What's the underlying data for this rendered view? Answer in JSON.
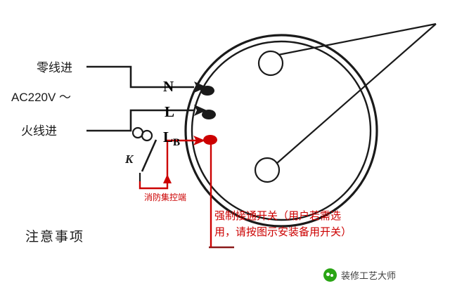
{
  "diagram": {
    "title_notice": "注意事项",
    "labels": {
      "neutral_in": "零线进",
      "supply": "AC220V ～",
      "live_in": "火线进",
      "switch_k": "K",
      "fire_control": "消防集控端",
      "force_switch_note": "强制接通开关（用户若需选\n用，请按图示安装备用开关）"
    },
    "terminals": [
      {
        "name": "N",
        "base": "N",
        "sub": ""
      },
      {
        "name": "L",
        "base": "L",
        "sub": ""
      },
      {
        "name": "LB",
        "base": "L",
        "sub": "B"
      }
    ],
    "colors": {
      "wire_black": "#1a1a1a",
      "wire_red": "#cc0000",
      "device_outline": "#1a1a1a",
      "text_black": "#1a1a1a",
      "text_red": "#cc0000",
      "background": "#ffffff",
      "watermark_green": "#2aa515"
    }
  },
  "watermark": {
    "text": "装修工艺大师",
    "icon": "wechat-logo-icon"
  }
}
